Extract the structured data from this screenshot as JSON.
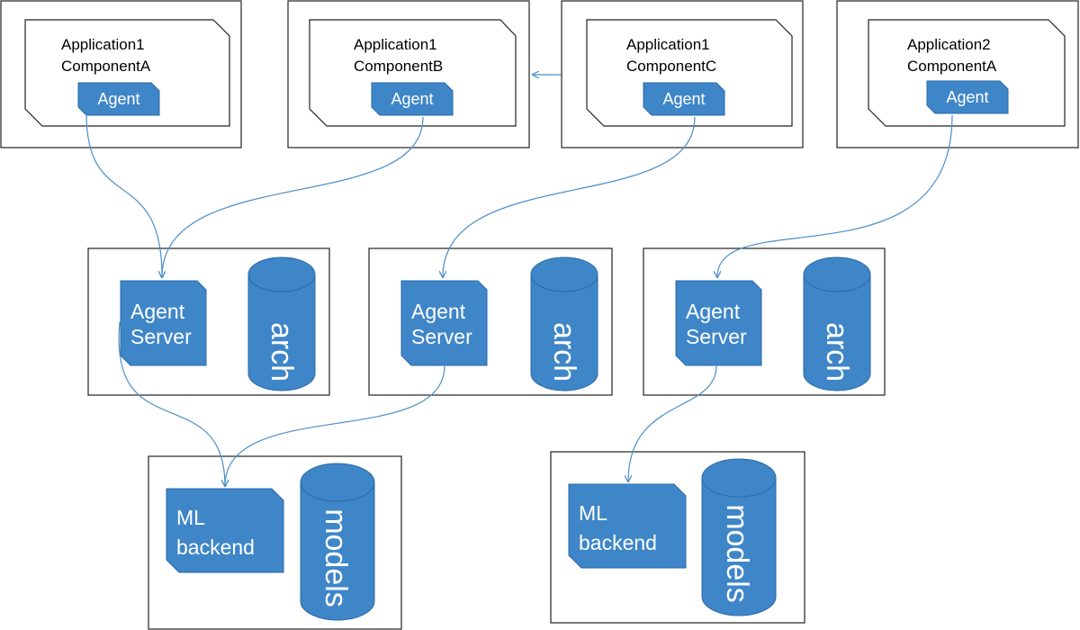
{
  "colors": {
    "blue": "#3f86c8",
    "stroke": "#2a6aa8",
    "text_on_blue": "#ffffff",
    "outline": "#222222",
    "connector": "#4a8ec8"
  },
  "applications": [
    {
      "line1": "Application1",
      "line2": "ComponentA",
      "agent_label": "Agent"
    },
    {
      "line1": "Application1",
      "line2": "ComponentB",
      "agent_label": "Agent"
    },
    {
      "line1": "Application1",
      "line2": "ComponentC",
      "agent_label": "Agent"
    },
    {
      "line1": "Application2",
      "line2": "ComponentA",
      "agent_label": "Agent"
    }
  ],
  "agent_servers": [
    {
      "line1": "Agent",
      "line2": "Server",
      "db_label": "arch"
    },
    {
      "line1": "Agent",
      "line2": "Server",
      "db_label": "arch"
    },
    {
      "line1": "Agent",
      "line2": "Server",
      "db_label": "arch"
    }
  ],
  "ml_backends": [
    {
      "line1": "ML",
      "line2": "backend",
      "db_label": "models"
    },
    {
      "line1": "ML",
      "line2": "backend",
      "db_label": "models"
    }
  ]
}
